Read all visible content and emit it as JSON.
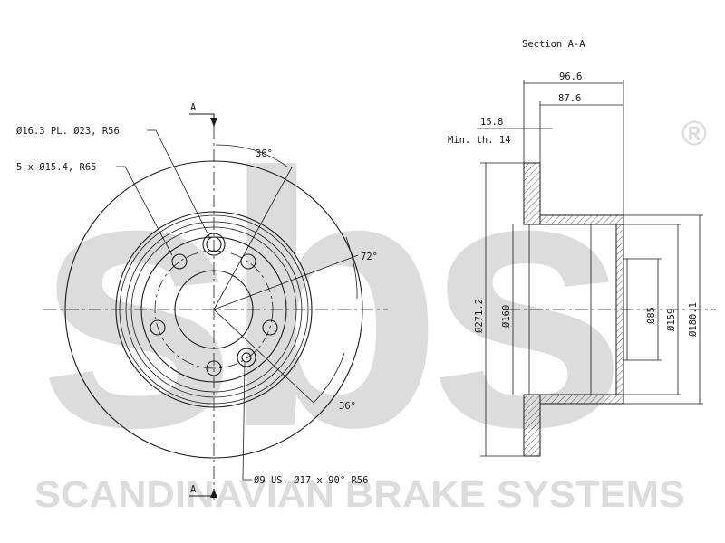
{
  "watermark": {
    "logo_text": "sbs",
    "registered_mark": "®",
    "brand_name": "SCANDINAVIAN BRAKE SYSTEMS",
    "color": "#dcdcdc"
  },
  "front_view": {
    "section_marker_top": "A",
    "section_marker_bottom": "A",
    "callouts": {
      "center_hole": "Ø16.3 PL. Ø23, R56",
      "bolt_holes": "5 x Ø15.4, R65",
      "small_hole": "Ø9 US. Ø17 x 90° R56"
    },
    "angles": {
      "top": "36°",
      "right": "72°",
      "bottom_right": "36°"
    }
  },
  "section_view": {
    "title": "Section A-A",
    "dims": {
      "overall_width": "96.6",
      "hat_depth": "87.6",
      "thickness": "15.8",
      "min_thickness": "Min. th. 14",
      "outer_diameter": "Ø271.2",
      "hat_inner_diameter": "Ø160",
      "center_bore": "Ø85",
      "hat_diameter": "Ø159",
      "hat_outer_diameter": "Ø180.1"
    }
  },
  "colors": {
    "ink": "#1a1a1a",
    "background": "#ffffff"
  }
}
